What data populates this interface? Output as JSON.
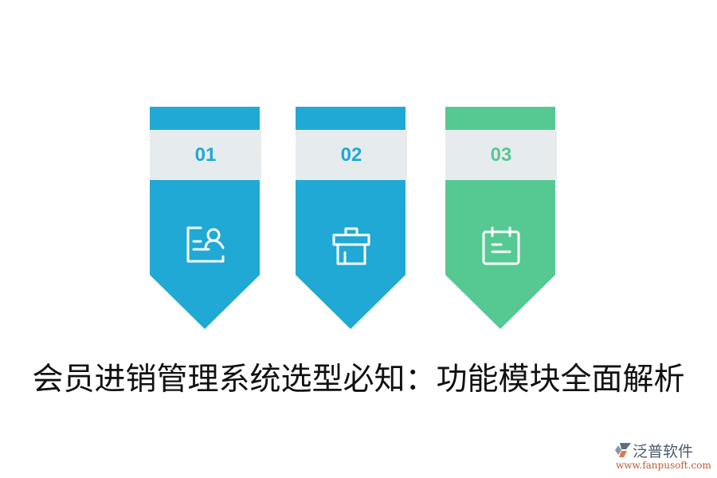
{
  "banners": [
    {
      "number": "01",
      "color": "#1fa9d4",
      "icon": "user-document-icon"
    },
    {
      "number": "02",
      "color": "#1fa9d4",
      "icon": "shop-store-icon"
    },
    {
      "number": "03",
      "color": "#56c993",
      "icon": "calendar-note-icon"
    }
  ],
  "title": "会员进销管理系统选型必知：功能模块全面解析",
  "logo": {
    "brand": "泛普软件",
    "url": "www.fanpusoft.com"
  },
  "colors": {
    "blue": "#1fa9d4",
    "green": "#56c993",
    "band": "#e6eced",
    "title": "#111111"
  }
}
